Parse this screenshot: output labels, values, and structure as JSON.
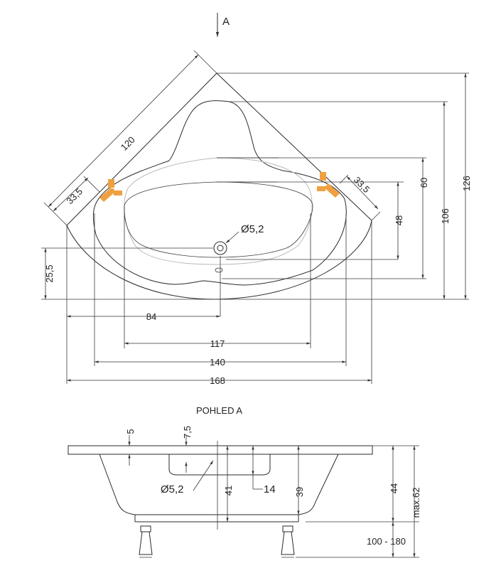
{
  "view_arrow_label": "A",
  "top_view": {
    "dims": {
      "diag_120": "120",
      "diag_left_33_5": "33,5",
      "diag_right_33_5": "33,5",
      "drain_diameter": "Ø5,2",
      "left_25_5": "25,5",
      "right_48": "48",
      "right_60": "60",
      "right_106": "106",
      "right_126": "126",
      "bottom_84": "84",
      "bottom_117": "117",
      "bottom_140": "140",
      "bottom_168": "168"
    },
    "tap_color": "#f0a040"
  },
  "side_view": {
    "title": "POHLED  A",
    "dims": {
      "top_5": "5",
      "top_7_5": "7,5",
      "drain_diameter": "Ø5,2",
      "depth_41": "41",
      "width_14": "14",
      "depth_39": "39",
      "height_44": "44",
      "max_62": "max.62",
      "legs_range": "100 - 180"
    }
  }
}
